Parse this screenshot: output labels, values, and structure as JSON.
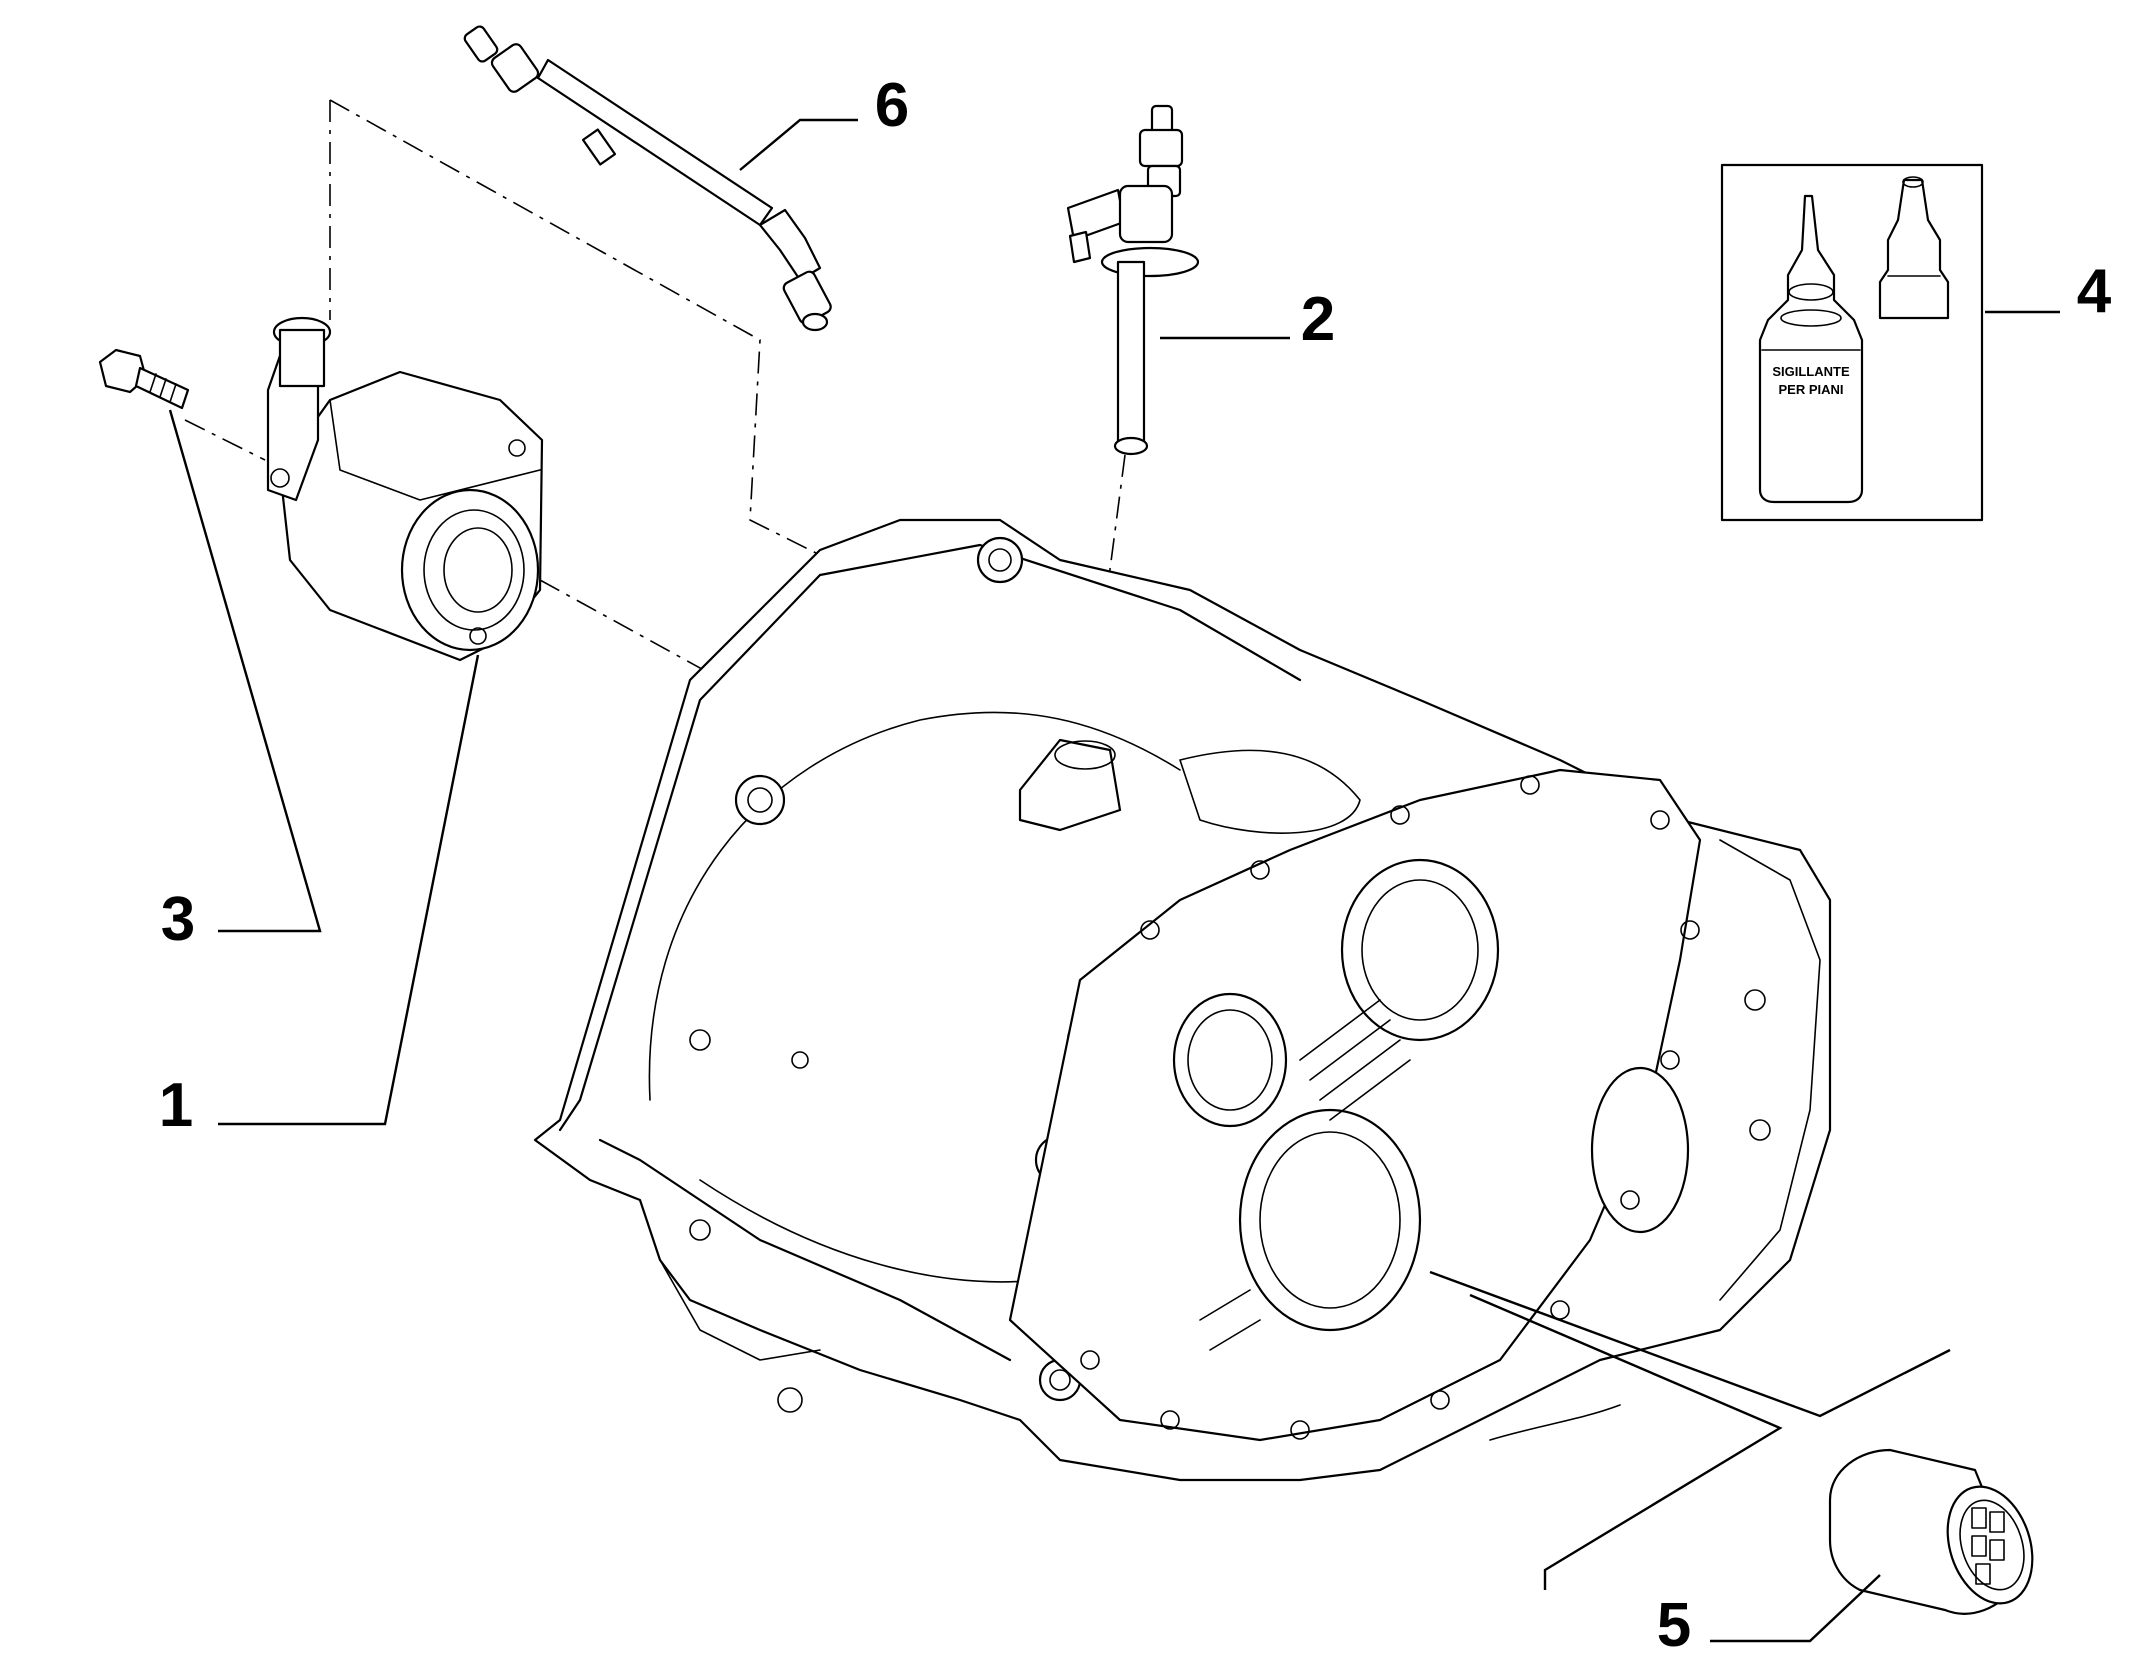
{
  "callouts": {
    "c1": "1",
    "c2": "2",
    "c3": "3",
    "c4": "4",
    "c5": "5",
    "c6": "6"
  },
  "kit_box": {
    "bottle_label_line1": "SIGILLANTE",
    "bottle_label_line2": "PER PIANI"
  },
  "colors": {
    "line": "#000000",
    "background": "#ffffff"
  }
}
